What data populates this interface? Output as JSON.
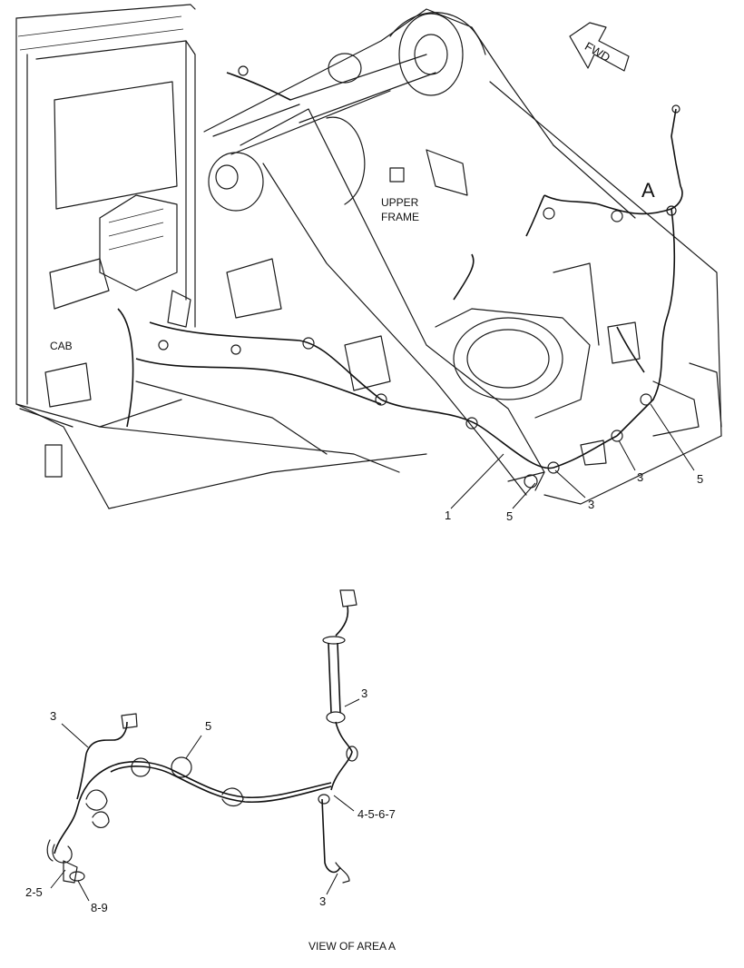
{
  "upper_view": {
    "fwd_label": "FWD",
    "cab_label": "CAB",
    "frame_label_line1": "UPPER",
    "frame_label_line2": "FRAME",
    "area_label": "A",
    "callouts": {
      "c1": "1",
      "c5a": "5",
      "c3a": "3",
      "c3b": "3",
      "c5b": "5"
    }
  },
  "detail_view": {
    "caption": "VIEW OF AREA A",
    "callouts": {
      "c3_top": "3",
      "c3_left": "3",
      "c5": "5",
      "c4567": "4-5-6-7",
      "c25": "2-5",
      "c89": "8-9",
      "c3_bottom": "3"
    }
  }
}
